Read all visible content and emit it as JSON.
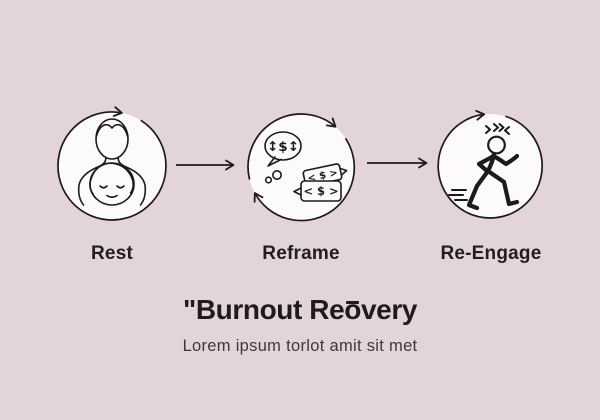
{
  "background_color": "#e3d4d8",
  "ink_color": "#1d1a1b",
  "circle_fill": "#fdfafb",
  "steps": [
    {
      "label": "Rest",
      "icon": "parent-child-resting-icon"
    },
    {
      "label": "Reframe",
      "icon": "money-talk-reframe-icon"
    },
    {
      "label": "Re-Engage",
      "icon": "running-person-icon"
    }
  ],
  "title": {
    "pre": "\"Burnout Re",
    "overline_char": "o",
    "post": "very"
  },
  "subtitle": "Lorem ipsum torlot amit sit met",
  "icon_texts": {
    "thought_bubble": "↕$↕",
    "card_top": "< $ >",
    "card_bottom": "< $ >"
  }
}
